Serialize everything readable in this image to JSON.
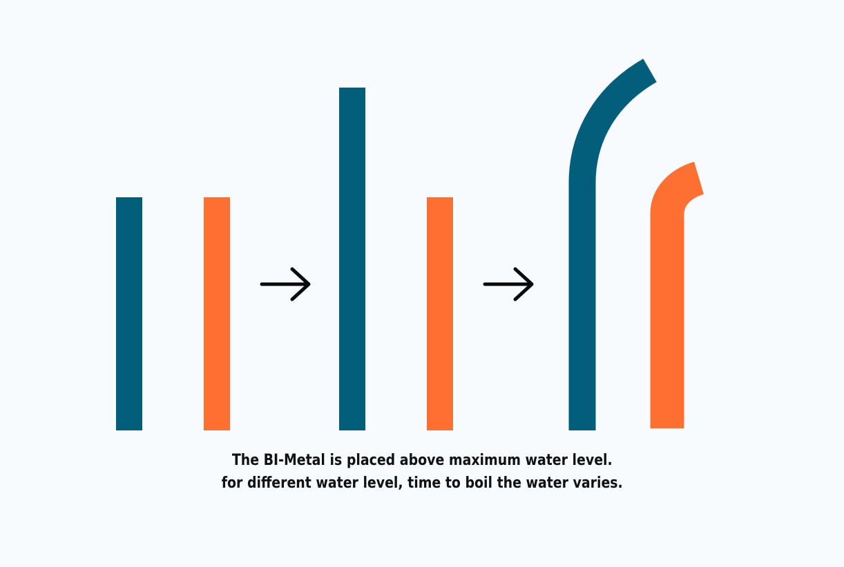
{
  "colors": {
    "background": "#f7fbfe",
    "metal_a": "#025e7a",
    "metal_b": "#fe7031",
    "arrow": "#0a0a0a",
    "text": "#111111"
  },
  "stages": [
    {
      "state": "initial",
      "metal_a": "straight",
      "metal_b": "straight"
    },
    {
      "state": "expanded",
      "metal_a": "straight-elongated",
      "metal_b": "straight"
    },
    {
      "state": "bent",
      "metal_a": "curved",
      "metal_b": "curved"
    }
  ],
  "arrows": [
    {
      "icon": "right-arrow-icon"
    },
    {
      "icon": "right-arrow-icon"
    }
  ],
  "caption": {
    "line1": "The BI-Metal is placed above maximum water level.",
    "line2": "for different water level, time to boil the water varies."
  }
}
